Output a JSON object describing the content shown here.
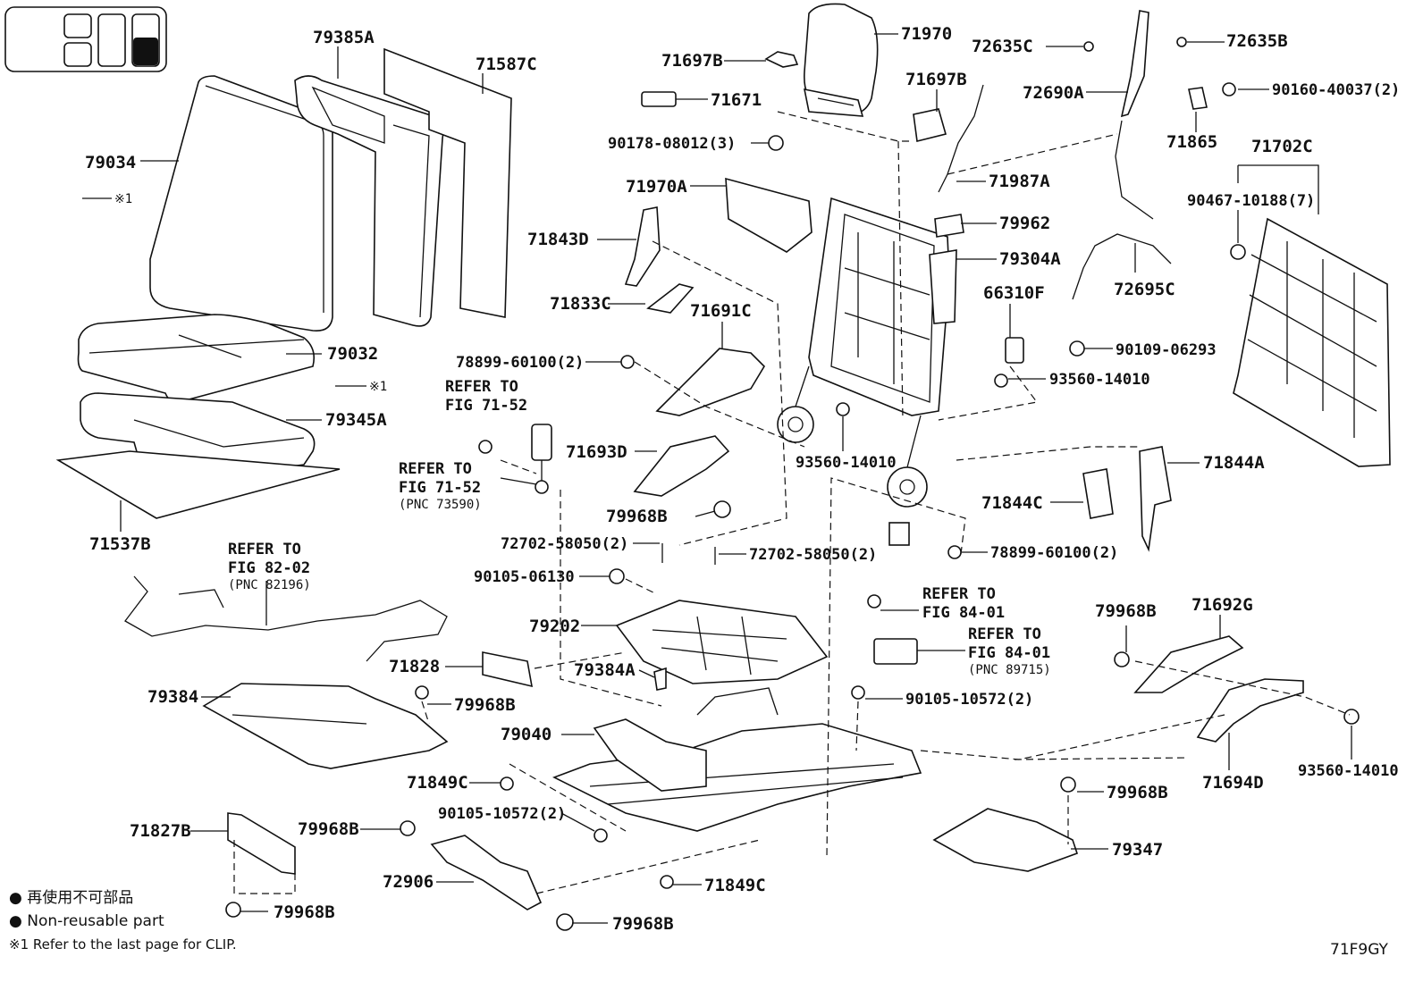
{
  "labels": {
    "p79385A": "79385A",
    "p71587C": "71587C",
    "p79034": "79034",
    "p79032": "79032",
    "p79345A": "79345A",
    "p71537B": "71537B",
    "p71697B_a": "71697B",
    "p71671": "71671",
    "p90178": "90178-08012(3)",
    "p71970": "71970",
    "p71697B_b": "71697B",
    "p72635C": "72635C",
    "p72635B": "72635B",
    "p72690A": "72690A",
    "p90160": "90160-40037(2)",
    "p71865": "71865",
    "p71702C": "71702C",
    "p90467": "90467-10188(7)",
    "p71970A": "71970A",
    "p71987A": "71987A",
    "p79962": "79962",
    "p79304A": "79304A",
    "p71843D": "71843D",
    "p71833C": "71833C",
    "p71691C": "71691C",
    "p66310F": "66310F",
    "p72695C": "72695C",
    "p90109": "90109-06293",
    "p93560_a": "93560-14010",
    "p78899_a": "78899-60100(2)",
    "p71693D": "71693D",
    "p93560_b": "93560-14010",
    "p71844A": "71844A",
    "p71844C": "71844C",
    "p79968B_a": "79968B",
    "p72702_a": "72702-58050(2)",
    "p72702_b": "72702-58050(2)",
    "p78899_b": "78899-60100(2)",
    "p90105_a": "90105-06130",
    "p79202": "79202",
    "p71828": "71828",
    "p79384A": "79384A",
    "p79384": "79384",
    "p79968B_b": "79968B",
    "p79040": "79040",
    "p90105_b": "90105-10572(2)",
    "p71849C_a": "71849C",
    "p90105_c": "90105-10572(2)",
    "p71827B": "71827B",
    "p79968B_c": "79968B",
    "p72906": "72906",
    "p71849C_b": "71849C",
    "p79968B_d": "79968B",
    "p79968B_e": "79968B",
    "p79968B_f": "79968B",
    "p79347": "79347",
    "p79968B_g": "79968B",
    "p71692G": "71692G",
    "p71694D": "71694D",
    "p93560_c": "93560-14010",
    "clip1": "※1",
    "clip2": "※1"
  },
  "refs": {
    "r1_line1": "REFER TO",
    "r1_line2": "FIG 71-52",
    "r2_line1": "REFER TO",
    "r2_line2": "FIG 71-52",
    "r2_pnc": "(PNC 73590)",
    "r3_line1": "REFER TO",
    "r3_line2": "FIG 82-02",
    "r3_pnc": "(PNC 82196)",
    "r4_line1": "REFER TO",
    "r4_line2": "FIG 84-01",
    "r5_line1": "REFER TO",
    "r5_line2": "FIG 84-01",
    "r5_pnc": "(PNC 89715)"
  },
  "legend": {
    "jp": "● 再使用不可部品",
    "en": "● Non-reusable part",
    "clip_note": "※1 Refer to the last page for CLIP."
  },
  "figure_code": "71F9GY"
}
